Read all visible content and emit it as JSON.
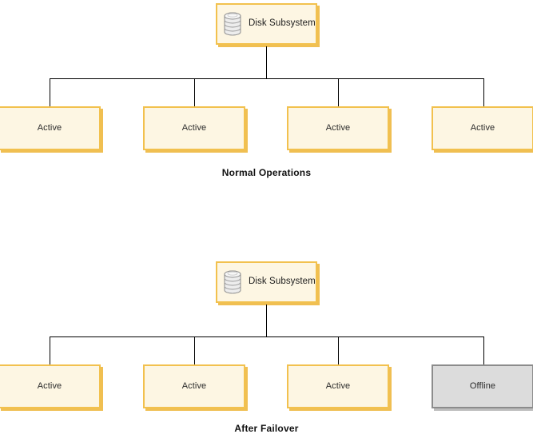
{
  "diagram": {
    "title_top": "Normal Operations",
    "title_bottom": "After Failover",
    "sections": [
      {
        "id": "normal-operations",
        "caption": "Normal Operations",
        "root": {
          "label": "Disk Subsystem",
          "icon": "database-cylinder-icon",
          "state": "active"
        },
        "nodes": [
          {
            "label": "Active",
            "state": "active"
          },
          {
            "label": "Active",
            "state": "active"
          },
          {
            "label": "Active",
            "state": "active"
          },
          {
            "label": "Active",
            "state": "active"
          }
        ]
      },
      {
        "id": "after-failover",
        "caption": "After Failover",
        "root": {
          "label": "Disk Subsystem",
          "icon": "database-cylinder-icon",
          "state": "active"
        },
        "nodes": [
          {
            "label": "Active",
            "state": "active"
          },
          {
            "label": "Active",
            "state": "active"
          },
          {
            "label": "Active",
            "state": "active"
          },
          {
            "label": "Offline",
            "state": "offline"
          }
        ]
      }
    ],
    "colors": {
      "active_fill": "#fdf6e3",
      "active_border": "#f2c14e",
      "active_shadow": "#f0bf52",
      "offline_fill": "#dcdcdc",
      "offline_border": "#8c8c8c",
      "offline_shadow": "#bdbdbd",
      "connector": "#000000",
      "background": "#ffffff",
      "text": "#1a1a1a"
    }
  }
}
